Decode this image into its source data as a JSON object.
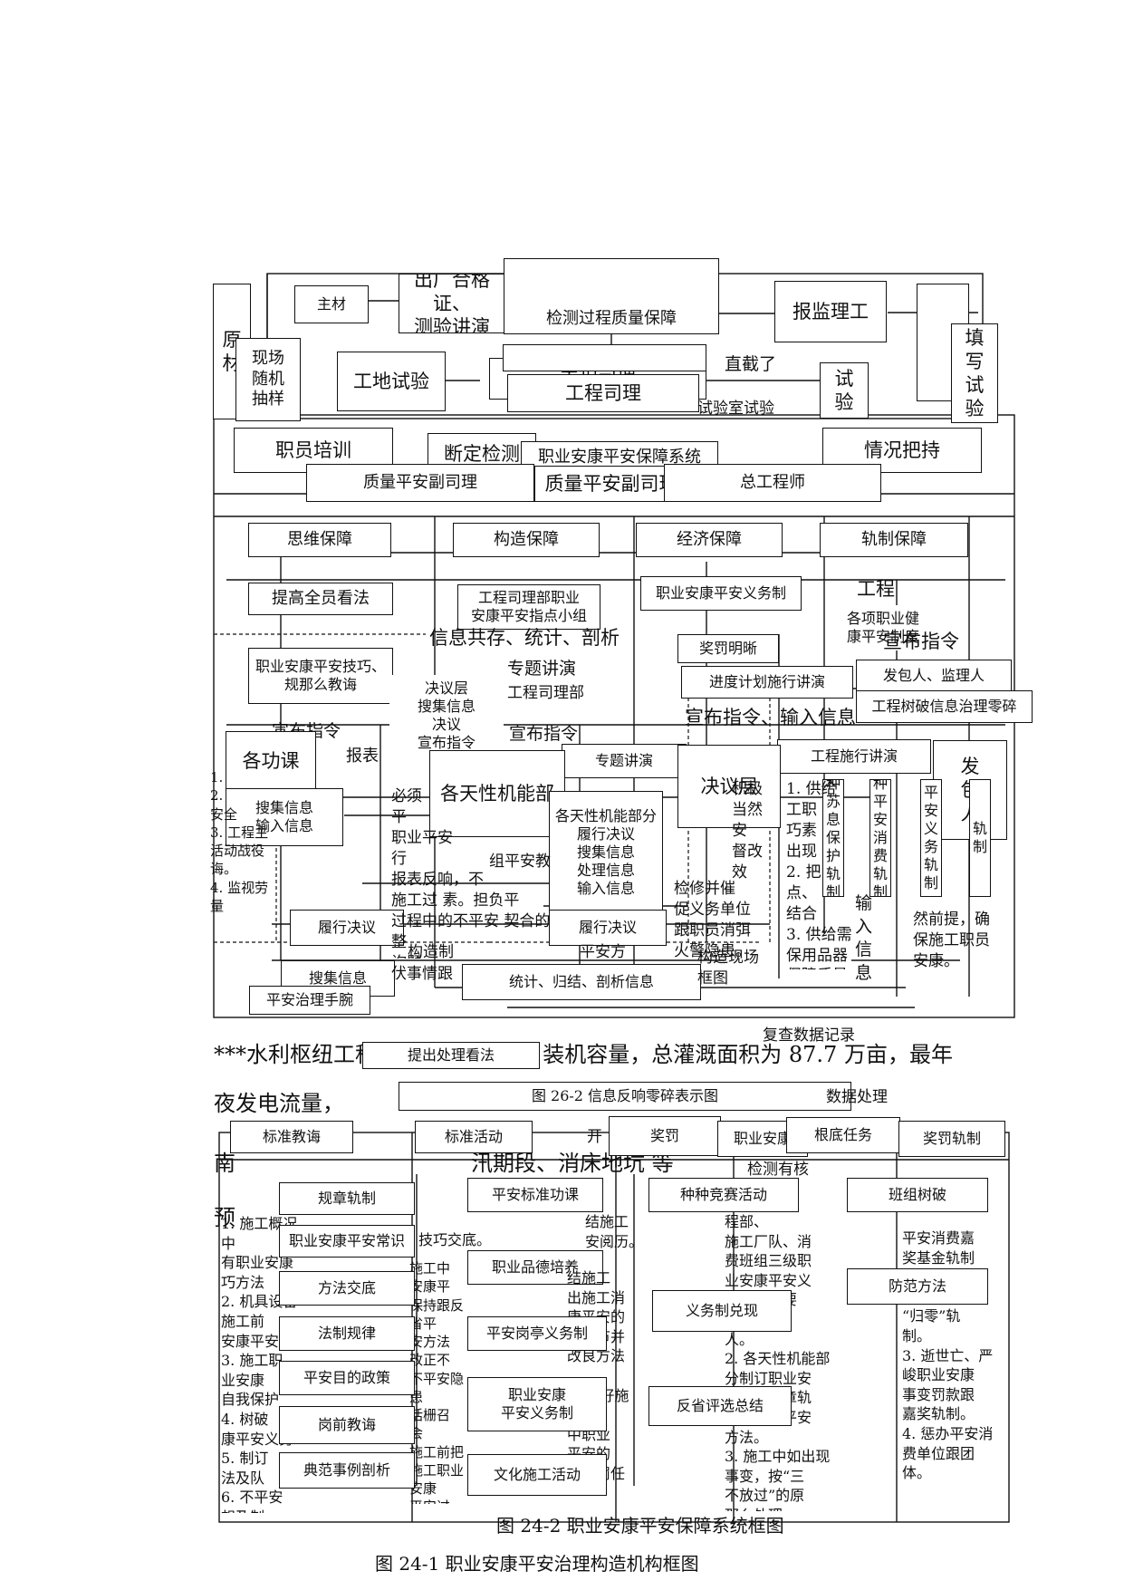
{
  "top_section": {
    "yuancai": "原\n材",
    "zhucai": "主材",
    "chuchang": "出厂合格证、\n测验讲演",
    "jiance": "检测过程质量保障",
    "baojianli": "报监理工",
    "xianchang": "现场\n随机\n抽样",
    "gongdi": "工地试验",
    "gongcheng_sili_top": "工程司理",
    "zhijie": "直截了",
    "shiyan": "试\n验",
    "tianxie": "填\n写\n试\n验",
    "shiyanshi": "试验室试验"
  },
  "system_section": {
    "system_title": "职业安康平安保障系统",
    "zhiyuan_peixun": "职员培训",
    "duanan_jiance": "断定检测",
    "qingkuang": "情况把持",
    "zhiliang_fu": "质量平安副司理",
    "zhiliang_fu2": "质量平安副司理",
    "zonggongchengshi": "总工程师",
    "siwei": "思维保障",
    "gouzao": "构造保障",
    "jingji": "经济保障",
    "guizhi": "轨制保障",
    "tigao": "提高全员看法",
    "xiaozu": "工程司理部职业\n安康平安指点小组",
    "yiwuzhi": "职业安康平安义务制",
    "gexiang": "各项职业健\n康平安制度",
    "xuanbu_r": "宣布指令",
    "jiqiao": "职业安康平安技巧、\n规那么教诲",
    "xinxi_gongcun": "信息共存、统计、剖析",
    "jueyiceng_text": "决议层\n搜集信息\n决议\n宣布指令",
    "zhuanti_jiangyan_mid": "专题讲演",
    "gongcheng_silibu": "工程司理部",
    "xuanbu_mid": "宣布指令",
    "jiangfa": "奖罚明晰",
    "jindu": "进度计划施行讲演",
    "fabaoren_jianli": "发包人、监理人",
    "shuju_zhili": "工程树破信息治理零碎",
    "xuanbu_left": "宣布指令",
    "baobiao": "报表",
    "zhuanti_jiangyan": "专题讲演",
    "gongcheng_shixing": "工程施行讲演",
    "gegongke": "各功课\n\n厂队",
    "geneng": "各天性机能部",
    "jueyiceng": "决议层",
    "fabaoren": "发\n包\n人",
    "soujixinxi": "搜集信息\n输入信息",
    "geneng_fen": "各天性机能部分\n履行决议\n搜集信息\n处理信息\n输入信息",
    "lvxing_jueyi": "履行决议",
    "lvxing_jueyi2": "履行决议",
    "soujixinxi2": "搜集信息",
    "tongji": "统计、归结、剖析信息",
    "pingan_zhili": "平安治理手腕",
    "shuchu": "输\n入\n信\n息",
    "xuanbu_nei": "宣布指令、输入信息"
  },
  "body_text": {
    "line1": "***水利枢纽工程 提出处理看法 ，装机容量，总灌溉面积为 87.7 万亩，最年",
    "line2": "夜发电流量，",
    "line3": "南",
    "line4": "汛期段、消床地坑 等",
    "line5": "预",
    "col1": "1. 施工概况中\n有职业安康\n巧方法\n2. 机具设备\n施工前\n安康平安\n3. 施工职\n业安康\n自我保护\n4. 树破\n康平安义务\n5. 制订\n法及队\n6. 不平安\n想及制\n。",
    "col_left_mid": "1.\n2.\n安全\n3. 工程主\n活动战役\n诲。\n4. 监视劳\n量",
    "col2": "必须\n平\n职业平安\n行\n报表反响，不\n施工过 素。担负平\n过程中的不平安 契合的整\n询题。",
    "col3": "1. 供给\n工职\n巧素\n出现\n2. 把\n点、\n结合\n3. 供给需\n保用品器\n保障质量",
    "col4": "然前提，确\n保施工职员\n安康。",
    "col5": "积极\n当然\n安\n督改\n效",
    "fig_caption_mid": "图 26-2 信息反响零碎表示图",
    "extra1": "组平安教",
    "extra2": "构造制",
    "extra3": "伏事情跟",
    "extra4": "平安方",
    "extra5": "检修并催\n促义务单位\n跟职员消弭\n火警隐患。",
    "extra6": "构造现场\n框图",
    "xinxi_shuju": "复查数据记录",
    "shuju_chuli": "数据处理",
    "qingkuang_bachi": "情况把持"
  },
  "bottom_section": {
    "biaozhun_jiaohui": "标准教诲",
    "biaozhun_huodong": "标准活动",
    "kai": "开",
    "jiangfa": "奖罚",
    "zhiye_ankang": "职业安康",
    "gendi_renwu": "根底任务",
    "jiangfa_guizhi": "奖罚轨制",
    "jiance_tiaoke": "检测有核",
    "guizhang": "规章轨制",
    "pingan_biaozhun": "平安标准功课",
    "zhongzhong": "种种竞赛活动",
    "banzu": "班组树破",
    "changshi": "职业安康平安常识",
    "pinde": "职业品德培养",
    "fangfa_jiaodi": "方法交底",
    "fangfan": "防范方法",
    "yiwuzhi_duixian": "义务制兑现",
    "fazhi": "法制规律",
    "gangting": "平安岗亭义务制",
    "mudi": "平安目的政策",
    "yiwuzhi2": "职业安康\n平安义务制",
    "fanxing": "反省评选总结",
    "gangqian": "岗前教诲",
    "dianfan": "典范事例剖析",
    "wenhua": "文化施工活动",
    "text_a": "技巧交底。",
    "text_b": "结施工\n安阅历。",
    "text_c": "程部、\n施工厂队、消\n费班组三级职\n业安康平安义\n务，各级要\n为义务\n人。\n2. 各天性机能部\n分制订职业安\n康平安规章轨\n制，落实平安\n方法。\n3. 施工中如出现\n事变，按“三\n不放过”的原\n那么处理。",
    "text_d": "平安消费嘉\n奖基金轨制\n\n平安义务金\n“归零”轨\n制。\n3. 逝世亡、严\n峻职业安康\n事变罚款跟\n嘉奖轨制。\n4. 惩办平安消\n费单位跟团\n体。",
    "text_e": "施工中\n安康平\n保持跟反省平\n安方法\n改正不\n不平安隐患\n括栅召\n会\n施工前把\n施工职业安康\n平安过",
    "text_f": "结施工\n出施工消\n康平安的\n弱环节并\n改良方法\n\n3. 做好施工消\n中职业\n平安的\n跟奖罚任\n务。",
    "fig_caption_bottom": "图 24-2 职业安康平安保障系统框图",
    "fig_caption_last": "图 24-1 职业安康平安治理构造机构框图"
  }
}
